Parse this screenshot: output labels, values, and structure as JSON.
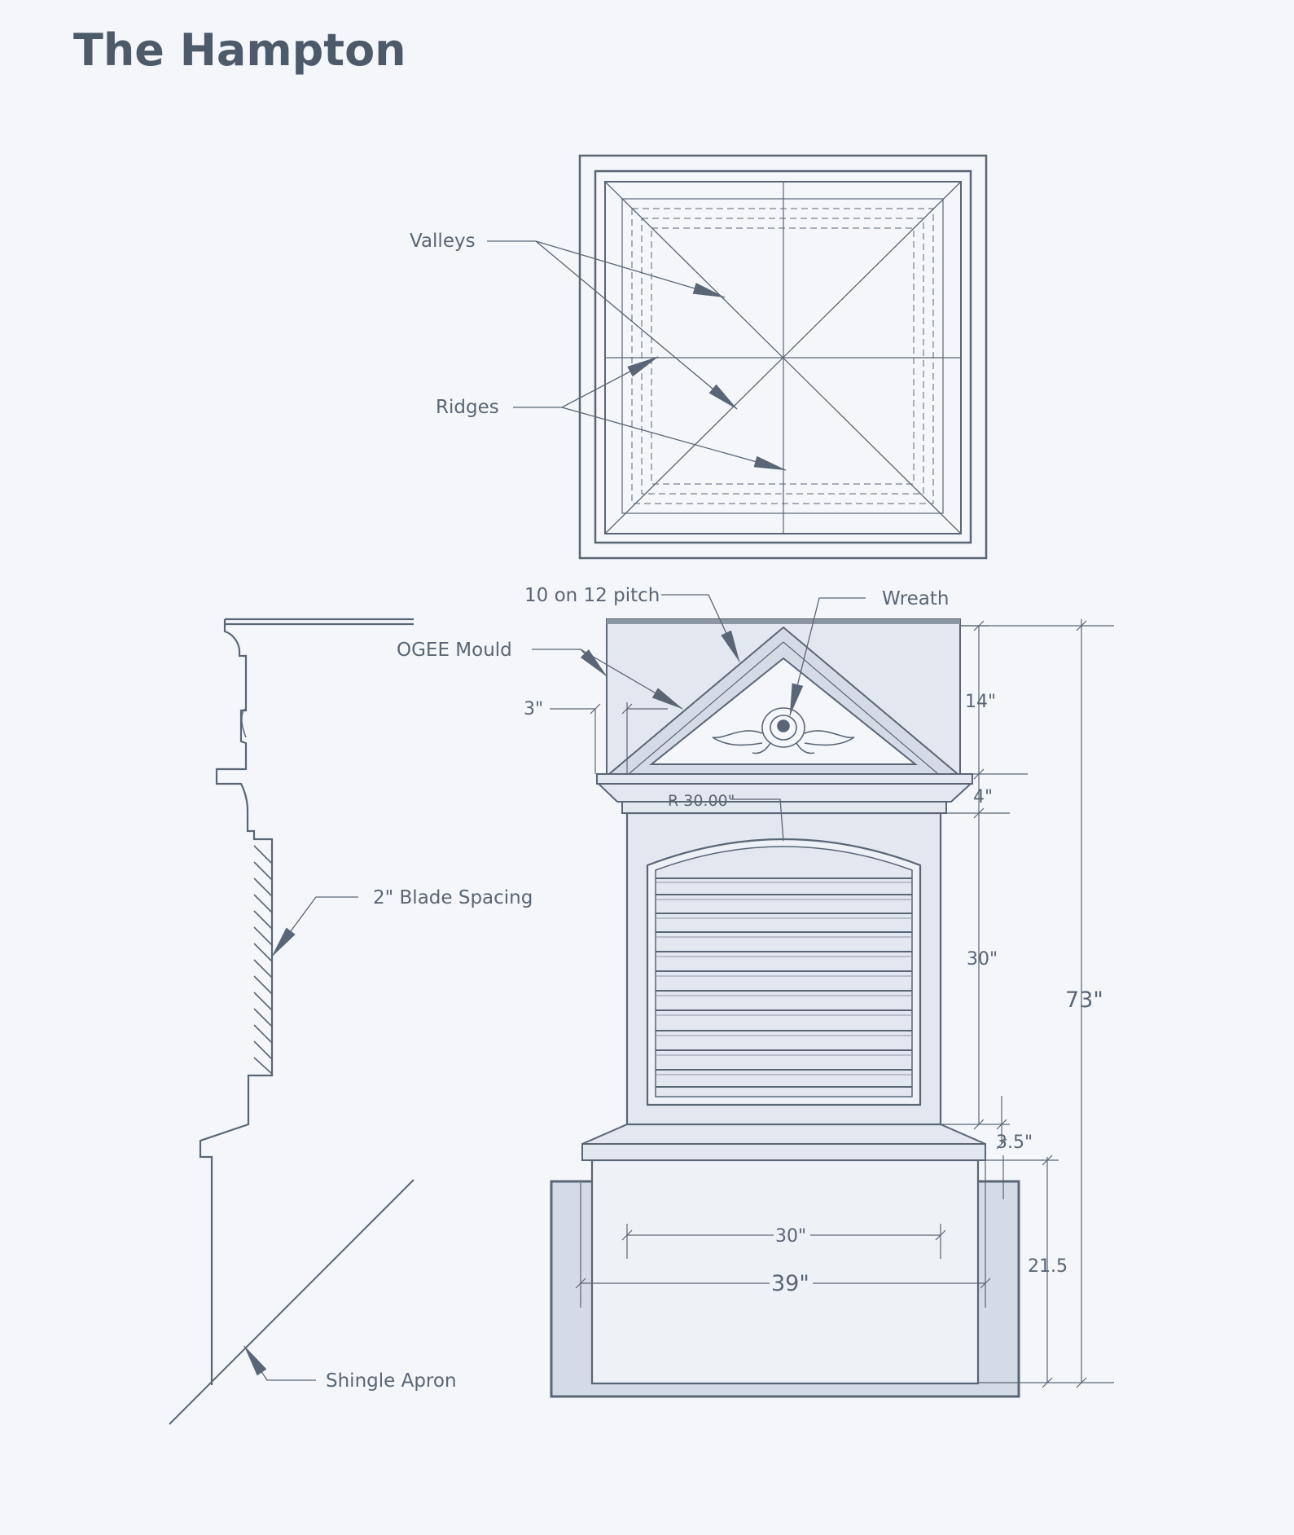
{
  "title": "The Hampton",
  "colors": {
    "ink": "#5a6675",
    "title": "#4c5a6a",
    "fill": "#e3e7ef",
    "fill_light": "#eef1f6",
    "base": "#d5dbe6",
    "paper": "#f4f6f9"
  },
  "plan_view": {
    "labels": {
      "valleys": "Valleys",
      "ridges": "Ridges"
    }
  },
  "side_profile": {
    "labels": {
      "blade_spacing": "2\" Blade Spacing",
      "shingle_apron": "Shingle Apron"
    }
  },
  "front_elevation": {
    "labels": {
      "pitch": "10 on 12 pitch",
      "wreath": "Wreath",
      "ogee_mould": "OGEE Mould",
      "radius": "R 30.00\""
    },
    "dimensions": {
      "ogee_depth": "3\"",
      "pediment_height": "14\"",
      "cornice_height": "4\"",
      "louver_height": "30\"",
      "total_height": "73\"",
      "sill_height": "3.5\"",
      "base_height": "21.5",
      "inner_width": "30\"",
      "base_width": "39\""
    }
  }
}
